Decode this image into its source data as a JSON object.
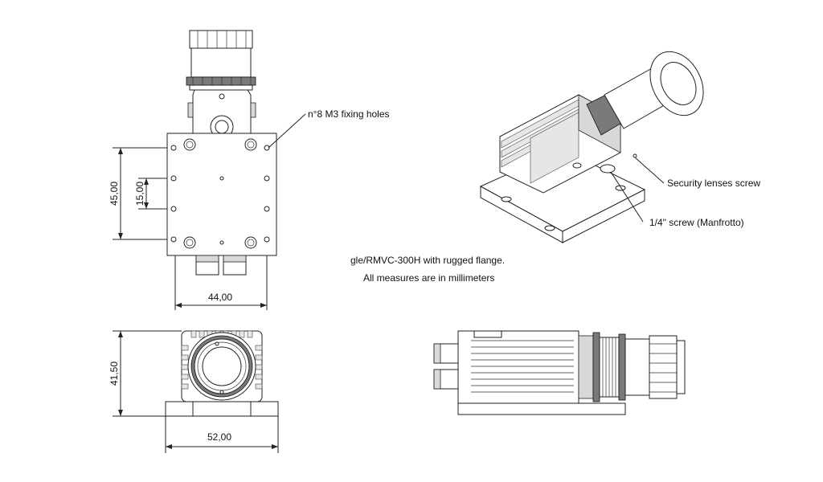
{
  "labels": {
    "fixing_holes": "n°8 M3 fixing holes",
    "security_screw": "Security lenses screw",
    "manfrotto_screw": "1/4\" screw (Manfrotto)",
    "model": "gle/RMVC-300H with rugged flange.",
    "units": "All measures are in millimeters"
  },
  "dimensions": {
    "top_height": "45,00",
    "hole_spacing": "15,00",
    "top_width": "44,00",
    "front_height": "41,50",
    "front_width": "52,00"
  },
  "colors": {
    "line": "#222222",
    "fill_light": "#e6e6e6",
    "fill_mid": "#d8d8d8",
    "fill_dark": "#7a7a7a"
  }
}
